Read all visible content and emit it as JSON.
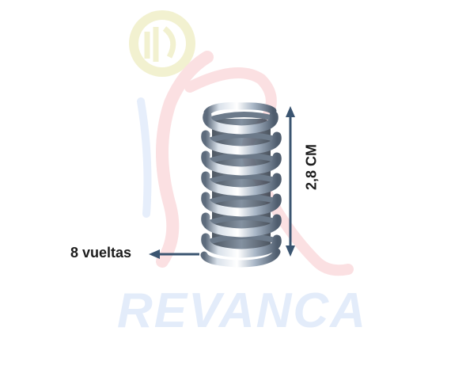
{
  "brand": {
    "watermark_text": "REVANCA"
  },
  "spring": {
    "turns_label": "8 vueltas",
    "height_label": "2,8 CM"
  },
  "colors": {
    "arrow": "#3a5470",
    "watermark_blue": "#e3ecfa",
    "watermark_red": "#fbe0e2",
    "watermark_yellow": "#f2f1d0",
    "label_text": "#1c1c1c"
  }
}
